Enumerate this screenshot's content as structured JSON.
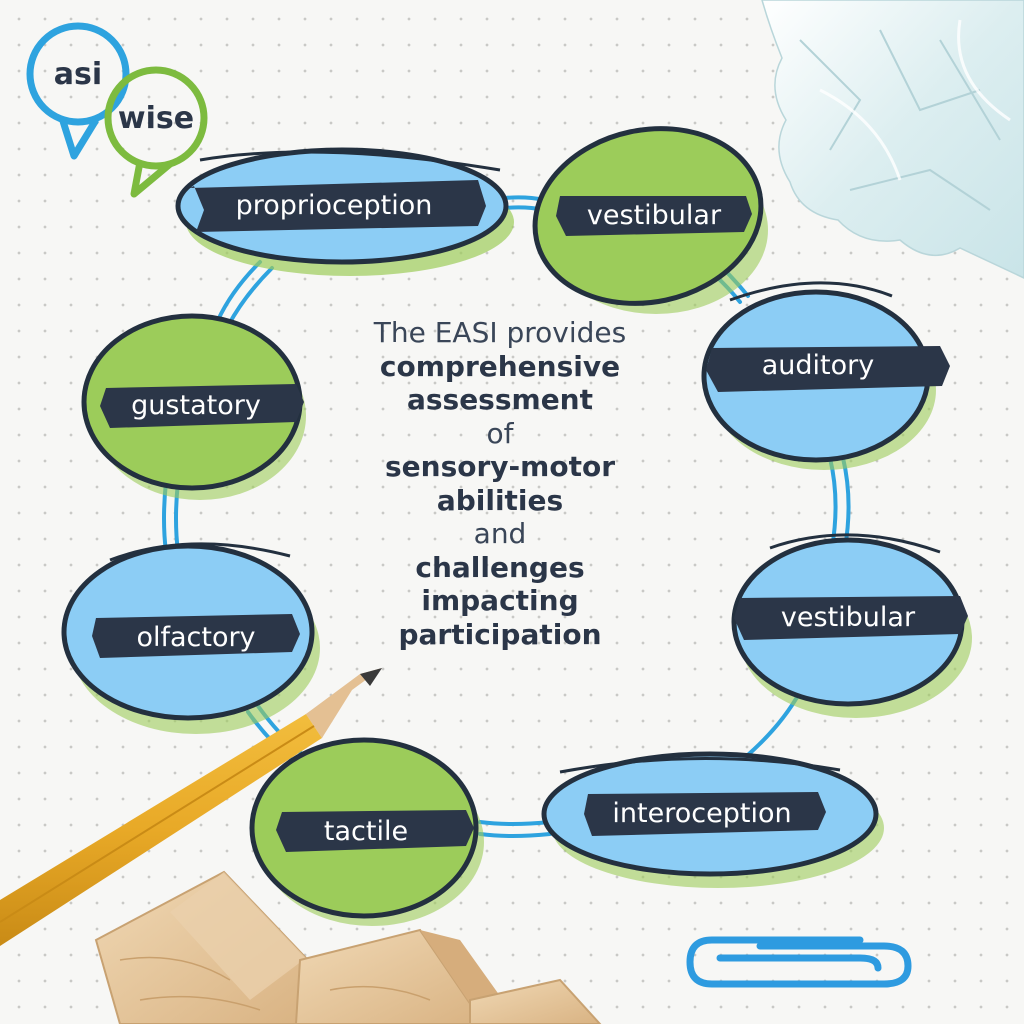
{
  "logo": {
    "word_top": "asi",
    "word_bottom": "wise",
    "colors": {
      "blue": "#2ea3df",
      "green": "#7dbb3f"
    }
  },
  "center_text": {
    "line1": "The EASI provides",
    "line2": "comprehensive",
    "line3": "assessment",
    "line4": "of",
    "line5": "sensory-motor",
    "line6": "abilities",
    "line7": "and",
    "line8": "challenges",
    "line9": "impacting",
    "line10": "participation"
  },
  "nodes": [
    {
      "id": "proprioception",
      "label": "proprioception",
      "fill": "blue"
    },
    {
      "id": "vestibular-top",
      "label": "vestibular",
      "fill": "green"
    },
    {
      "id": "auditory",
      "label": "auditory",
      "fill": "blue"
    },
    {
      "id": "vestibular-right",
      "label": "vestibular",
      "fill": "blue"
    },
    {
      "id": "interoception",
      "label": "interoception",
      "fill": "blue"
    },
    {
      "id": "tactile",
      "label": "tactile",
      "fill": "green"
    },
    {
      "id": "olfactory",
      "label": "olfactory",
      "fill": "blue"
    },
    {
      "id": "gustatory",
      "label": "gustatory",
      "fill": "green"
    }
  ],
  "colors": {
    "blue_fill": "#8ccdf5",
    "green_fill": "#9ccc5a",
    "outline": "#23303f",
    "label_band": "#2b3648",
    "connector": "#2ea3df",
    "pencil": "#e8a927",
    "paperclip": "#2e9be0",
    "wood": "#e6c9a1"
  },
  "icons": {
    "pencil": "pencil-icon",
    "paperclip": "paperclip-icon",
    "blocks": "wooden-blocks-icon",
    "paper": "crumpled-paper-icon"
  }
}
